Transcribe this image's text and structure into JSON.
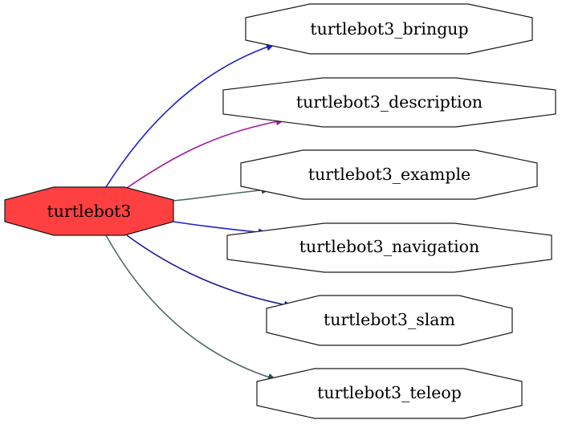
{
  "graph": {
    "source": {
      "id": "turtlebot3",
      "label": "turtlebot3",
      "fill": "#ff4040"
    },
    "targets": [
      {
        "id": "bringup",
        "label": "turtlebot3_bringup",
        "edge_color": "#1f1fd0"
      },
      {
        "id": "description",
        "label": "turtlebot3_description",
        "edge_color": "#a0199e"
      },
      {
        "id": "example",
        "label": "turtlebot3_example",
        "edge_color": "#4f6a6a"
      },
      {
        "id": "navigation",
        "label": "turtlebot3_navigation",
        "edge_color": "#1f1fd0"
      },
      {
        "id": "slam",
        "label": "turtlebot3_slam",
        "edge_color": "#1a1a8f"
      },
      {
        "id": "teleop",
        "label": "turtlebot3_teleop",
        "edge_color": "#4f6a6a"
      }
    ]
  }
}
